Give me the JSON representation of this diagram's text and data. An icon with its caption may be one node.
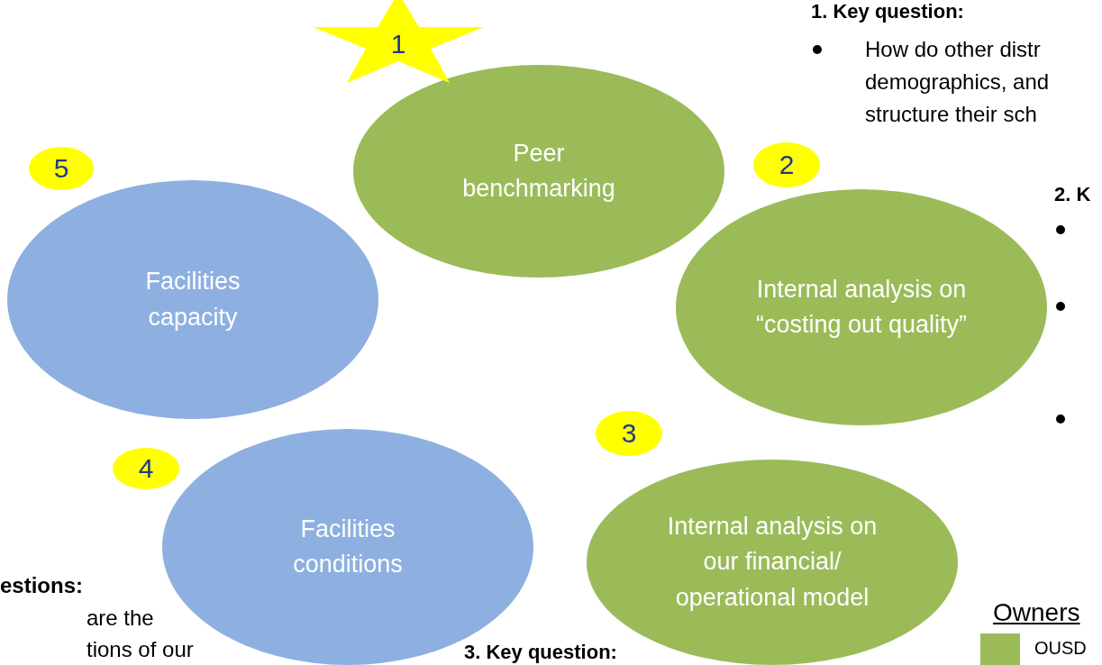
{
  "diagram": {
    "nodes": [
      {
        "text": [
          "Peer benchmarking"
        ],
        "beside": [
          "1"
        ]
      },
      {
        "text": [
          "Facilities capacity"
        ],
        "beside": [
          "5"
        ]
      },
      {
        "text": [
          "Internal analysis on “costing out quality”"
        ],
        "beside": [
          "2"
        ]
      },
      {
        "text": [
          "Facilities conditions"
        ],
        "beside": [
          "4"
        ]
      },
      {
        "text": [
          "Internal analysis on our financial/ operational model"
        ],
        "beside": [
          "3"
        ]
      }
    ],
    "edges": [],
    "labels": [
      "1. Key question:",
      "How do other distr demographics, and structure their sch",
      "2. K",
      "estions:",
      "are the",
      "tions of our",
      "3. Key question:",
      "Owners"
    ],
    "legend": [
      {
        "text": "OUSD",
        "color": "#9bbb59"
      }
    ]
  }
}
